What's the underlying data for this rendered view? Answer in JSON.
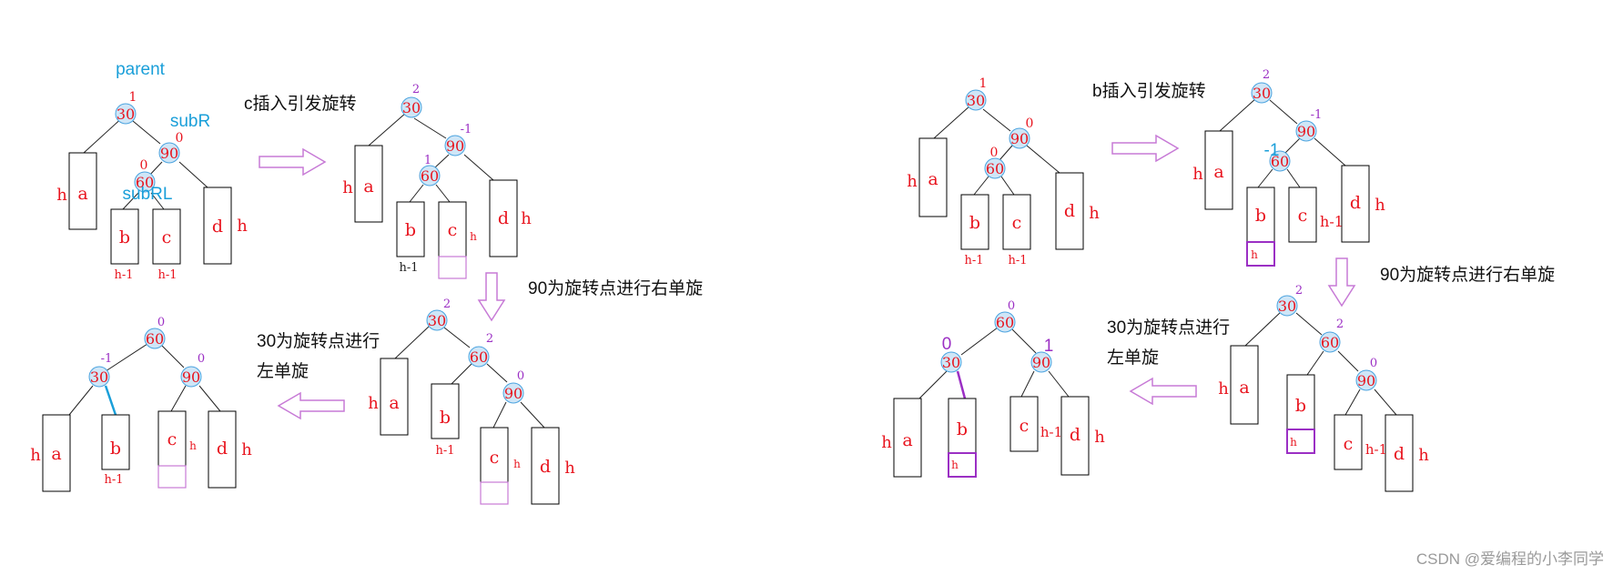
{
  "colors": {
    "node_fill": "#cfe6f7",
    "node_stroke": "#4aa3df",
    "node_text": "#e8141e",
    "box_stroke": "#000000",
    "box_text": "#e8141e",
    "bf_red": "#e8141e",
    "bf_purple": "#9b2fc4",
    "bf_blue": "#1a9fd9",
    "label_blue": "#1a9fd9",
    "arrow": "#c77ad6",
    "edge": "#222222",
    "highlight_box": "#9b2fc4",
    "caption": "#111111",
    "watermark": "#9a9a9a"
  },
  "nodes": {
    "t1_30": "30",
    "t1_90": "90",
    "t1_60": "60",
    "t2_30": "30",
    "t2_90": "90",
    "t2_60": "60",
    "t3_30": "30",
    "t3_60": "60",
    "t3_90": "90",
    "t4_60": "60",
    "t4_30": "30",
    "t4_90": "90",
    "t5_30": "30",
    "t5_90": "90",
    "t5_60": "60",
    "t6_30": "30",
    "t6_90": "90",
    "t6_60": "60",
    "t7_30": "30",
    "t7_60": "60",
    "t7_90": "90",
    "t8_60": "60",
    "t8_30": "30",
    "t8_90": "90"
  },
  "balance_factors": {
    "t1_30": "1",
    "t1_90": "0",
    "t1_60": "0",
    "t2_30": "2",
    "t2_90": "-1",
    "t2_60": "1",
    "t3_30": "2",
    "t3_60": "2",
    "t3_90": "0",
    "t4_60": "0",
    "t4_30": "-1",
    "t4_90": "0",
    "t5_30": "1",
    "t5_90": "0",
    "t5_60": "0",
    "t6_30": "2",
    "t6_90": "-1",
    "t6_60": "-1",
    "t7_30": "2",
    "t7_60": "2",
    "t7_90": "0",
    "t8_60": "0",
    "t8_30": "0",
    "t8_90": "1"
  },
  "subtrees": {
    "a": "a",
    "b": "b",
    "c": "c",
    "d": "d"
  },
  "heights": {
    "h": "h",
    "h_minus_1": "h-1",
    "h_minus_1_alt": "h-1"
  },
  "labels": {
    "parent": "parent",
    "subR": "subR",
    "subRL": "subRL"
  },
  "captions": {
    "left_insert": "c插入引发旋转",
    "left_right_rotate": "90为旋转点进行右单旋",
    "left_left_rotate_1": "30为旋转点进行",
    "left_left_rotate_2": "左单旋",
    "right_insert": "b插入引发旋转",
    "right_right_rotate": "90为旋转点进行右单旋",
    "right_left_rotate_1": "30为旋转点进行",
    "right_left_rotate_2": "左单旋"
  },
  "watermark": "CSDN @爱编程的小李同学"
}
